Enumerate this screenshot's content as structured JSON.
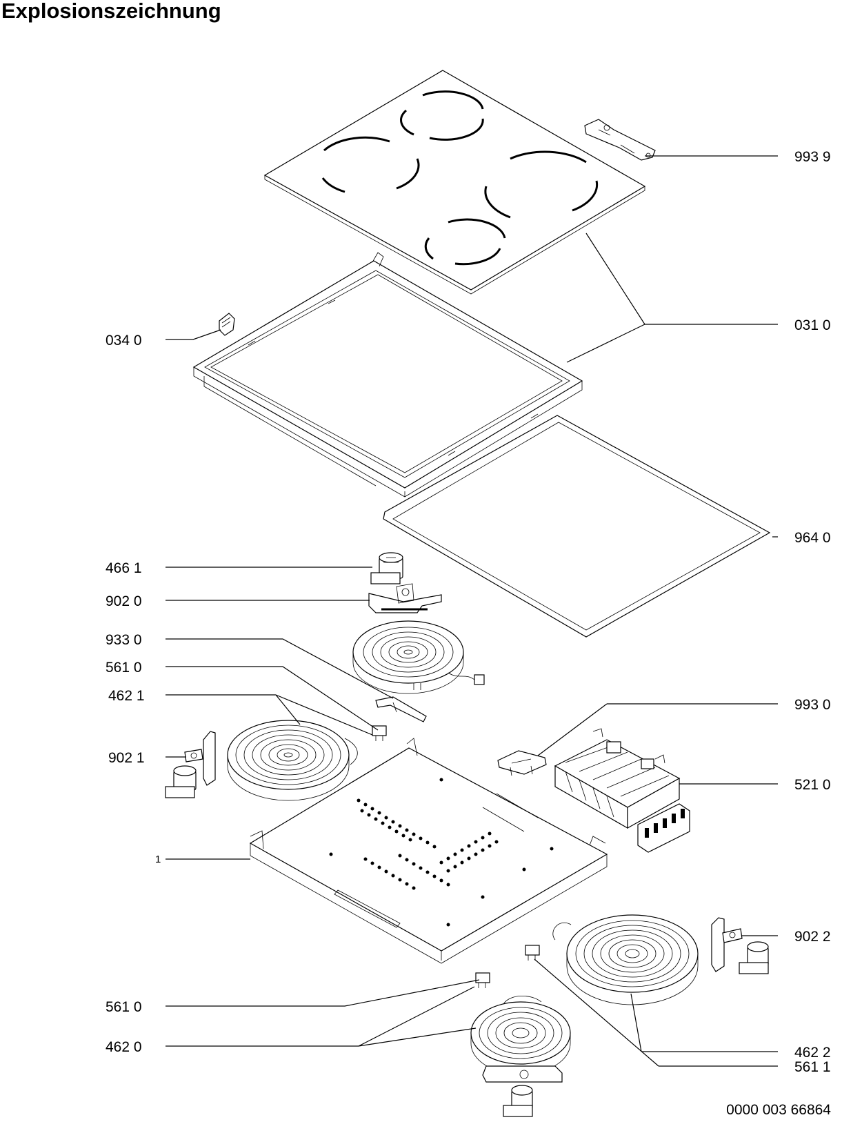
{
  "title": "Explosionszeichnung",
  "document_number": "0000 003 66864",
  "part_labels": {
    "p9939": "993 9",
    "p0310": "031 0",
    "p0340": "034 0",
    "p9640": "964 0",
    "p4661": "466 1",
    "p9020": "902 0",
    "p9330": "933 0",
    "p5610a": "561 0",
    "p4621": "462 1",
    "p9930": "993 0",
    "p9021": "902 1",
    "p5210": "521 0",
    "p1": "1",
    "p9022": "902 2",
    "p5610b": "561 0",
    "p4622": "462 2",
    "p4620": "462 0",
    "p5611": "561 1"
  }
}
